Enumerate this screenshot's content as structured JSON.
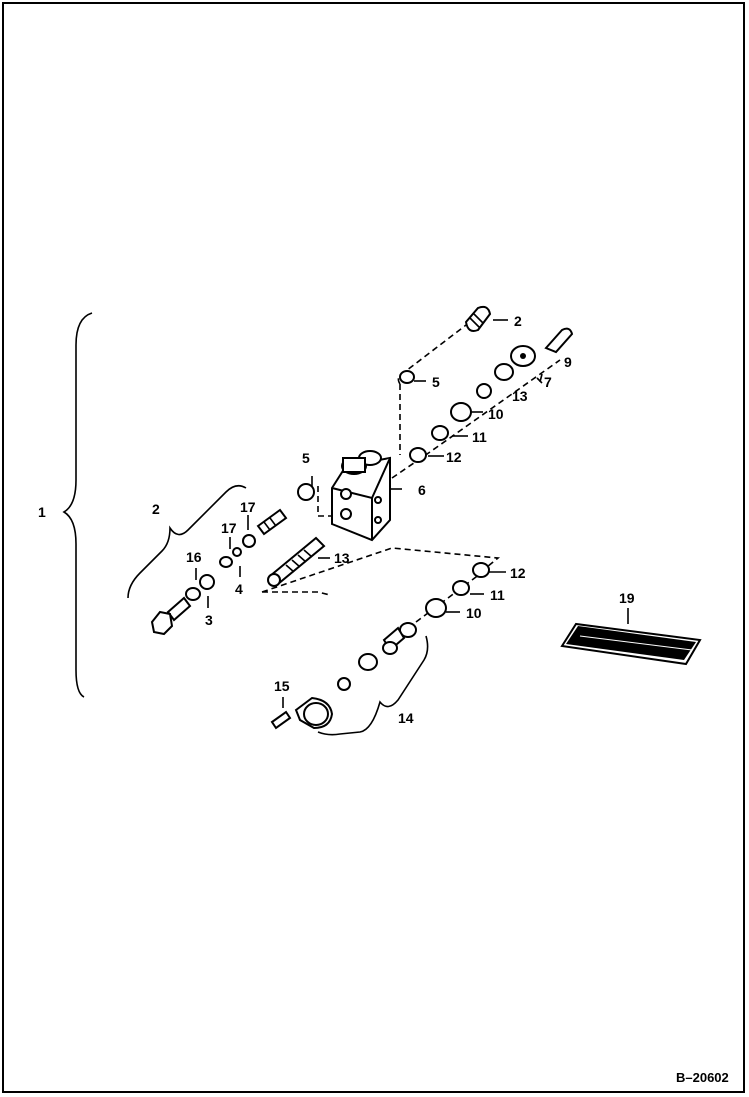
{
  "diagram": {
    "reference": "B–20602",
    "callouts": [
      {
        "id": "c1",
        "label": "1"
      },
      {
        "id": "c2a",
        "label": "2"
      },
      {
        "id": "c2b",
        "label": "2"
      },
      {
        "id": "c3",
        "label": "3"
      },
      {
        "id": "c4",
        "label": "4"
      },
      {
        "id": "c5a",
        "label": "5"
      },
      {
        "id": "c5b",
        "label": "5"
      },
      {
        "id": "c6",
        "label": "6"
      },
      {
        "id": "c7",
        "label": "7"
      },
      {
        "id": "c9",
        "label": "9"
      },
      {
        "id": "c10a",
        "label": "10"
      },
      {
        "id": "c10b",
        "label": "10"
      },
      {
        "id": "c11a",
        "label": "11"
      },
      {
        "id": "c11b",
        "label": "11"
      },
      {
        "id": "c12a",
        "label": "12"
      },
      {
        "id": "c12b",
        "label": "12"
      },
      {
        "id": "c13a",
        "label": "13"
      },
      {
        "id": "c13b",
        "label": "13"
      },
      {
        "id": "c14",
        "label": "14"
      },
      {
        "id": "c15",
        "label": "15"
      },
      {
        "id": "c16",
        "label": "16"
      },
      {
        "id": "c17a",
        "label": "17"
      },
      {
        "id": "c17b",
        "label": "17"
      },
      {
        "id": "c19",
        "label": "19"
      }
    ]
  }
}
